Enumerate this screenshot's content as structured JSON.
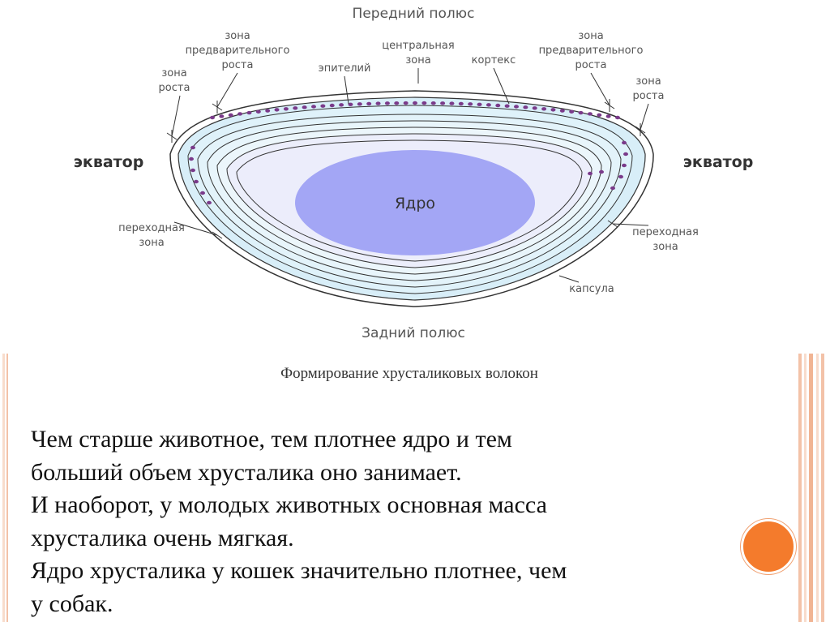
{
  "diagram": {
    "top_label": "Передний полюс",
    "bottom_label": "Задний полюс",
    "equator_left": "экватор",
    "equator_right": "экватор",
    "core": "Ядро",
    "labels": {
      "pre_growth_left_1": "зона",
      "pre_growth_left_2": "предварительного",
      "pre_growth_left_3": "роста",
      "growth_left_1": "зона",
      "growth_left_2": "роста",
      "epithelium": "эпителий",
      "central_1": "центральная",
      "central_2": "зона",
      "cortex": "кортекс",
      "pre_growth_right_1": "зона",
      "pre_growth_right_2": "предварительного",
      "pre_growth_right_3": "роста",
      "growth_right_1": "зона",
      "growth_right_2": "роста",
      "transition_left_1": "переходная",
      "transition_left_2": "зона",
      "transition_right_1": "переходная",
      "transition_right_2": "зона",
      "capsule": "капсула"
    },
    "colors": {
      "core": "#a3a6f5",
      "lens_inner": "#ecedfb",
      "fiber_layers": "#d8eef8",
      "nuclei": "#7a3a8a",
      "outline": "#222222"
    }
  },
  "caption": "Формирование хрусталиковых волокон",
  "body_lines": [
    "Чем старше животное, тем плотнее ядро и тем",
    "больший объем хрусталика оно занимает.",
    "И наоборот, у молодых животных основная масса",
    "хрусталика очень мягкая.",
    "Ядро хрусталика у кошек значительно плотнее, чем",
    "у собак."
  ],
  "theme": {
    "accent": "#f47b2c",
    "stripe_light": "#f8d8c8",
    "stripe_mid": "#f0b090"
  }
}
